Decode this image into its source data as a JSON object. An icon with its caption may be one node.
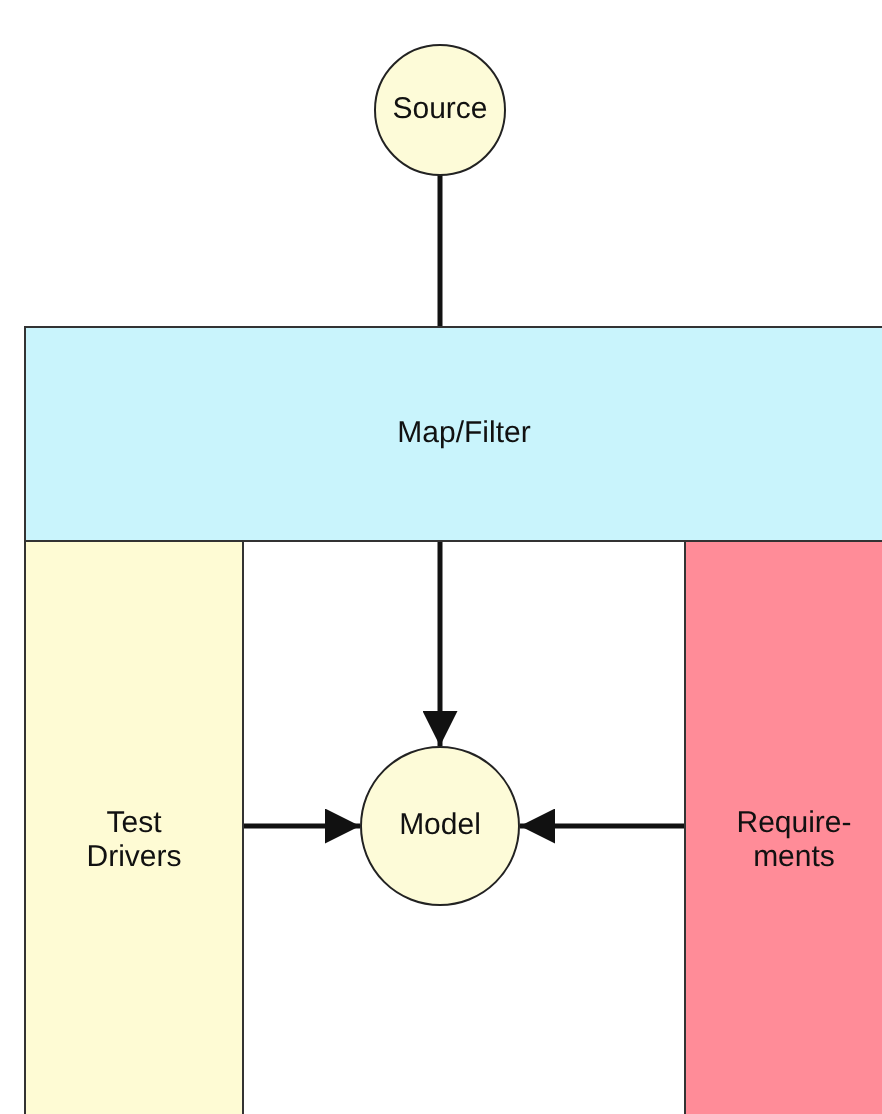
{
  "diagram": {
    "nodes": [
      {
        "text": [
          "Source"
        ]
      },
      {
        "text": [
          "Map/Filter"
        ]
      },
      {
        "text": [
          "Test Drivers"
        ]
      },
      {
        "text": [
          "Model"
        ]
      },
      {
        "text": [
          "Require-ments"
        ]
      }
    ],
    "edges": [
      {
        "from": 0,
        "to": 1,
        "arrow": "none"
      },
      {
        "from": 1,
        "to": 3,
        "arrow": "to"
      },
      {
        "from": 2,
        "to": 3,
        "arrow": "to"
      },
      {
        "from": 4,
        "to": 3,
        "arrow": "to"
      }
    ]
  }
}
